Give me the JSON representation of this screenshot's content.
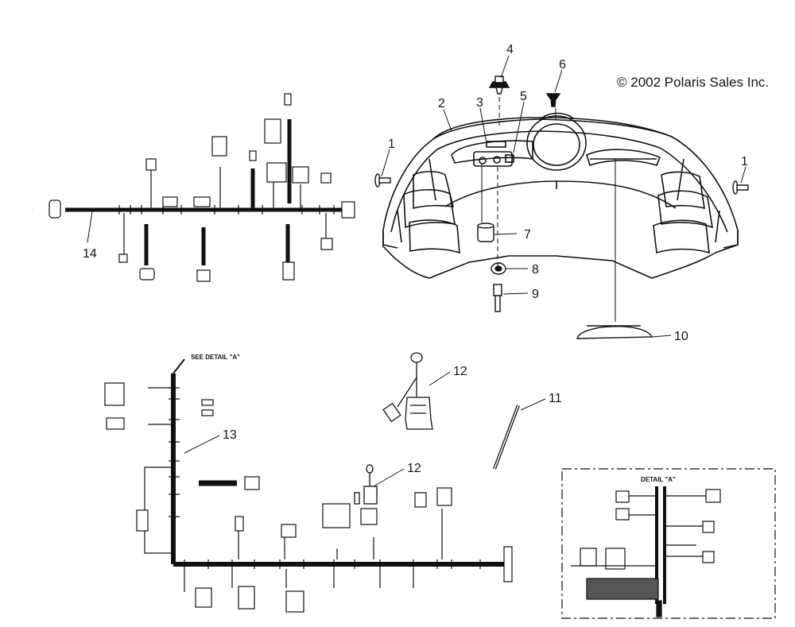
{
  "copyright": "© 2002 Polaris Sales Inc.",
  "detail_label": "SEE DETAIL \"A\"",
  "detail_box_title": "DETAIL \"A\"",
  "callouts": [
    {
      "id": "c1a",
      "label": "1"
    },
    {
      "id": "c1b",
      "label": "1"
    },
    {
      "id": "c2",
      "label": "2"
    },
    {
      "id": "c3",
      "label": "3"
    },
    {
      "id": "c4",
      "label": "4"
    },
    {
      "id": "c5",
      "label": "5"
    },
    {
      "id": "c6",
      "label": "6"
    },
    {
      "id": "c7",
      "label": "7"
    },
    {
      "id": "c8",
      "label": "8"
    },
    {
      "id": "c9",
      "label": "9"
    },
    {
      "id": "c10",
      "label": "10"
    },
    {
      "id": "c11",
      "label": "11"
    },
    {
      "id": "c12a",
      "label": "12"
    },
    {
      "id": "c12b",
      "label": "12"
    },
    {
      "id": "c13",
      "label": "13"
    },
    {
      "id": "c14",
      "label": "14"
    }
  ]
}
